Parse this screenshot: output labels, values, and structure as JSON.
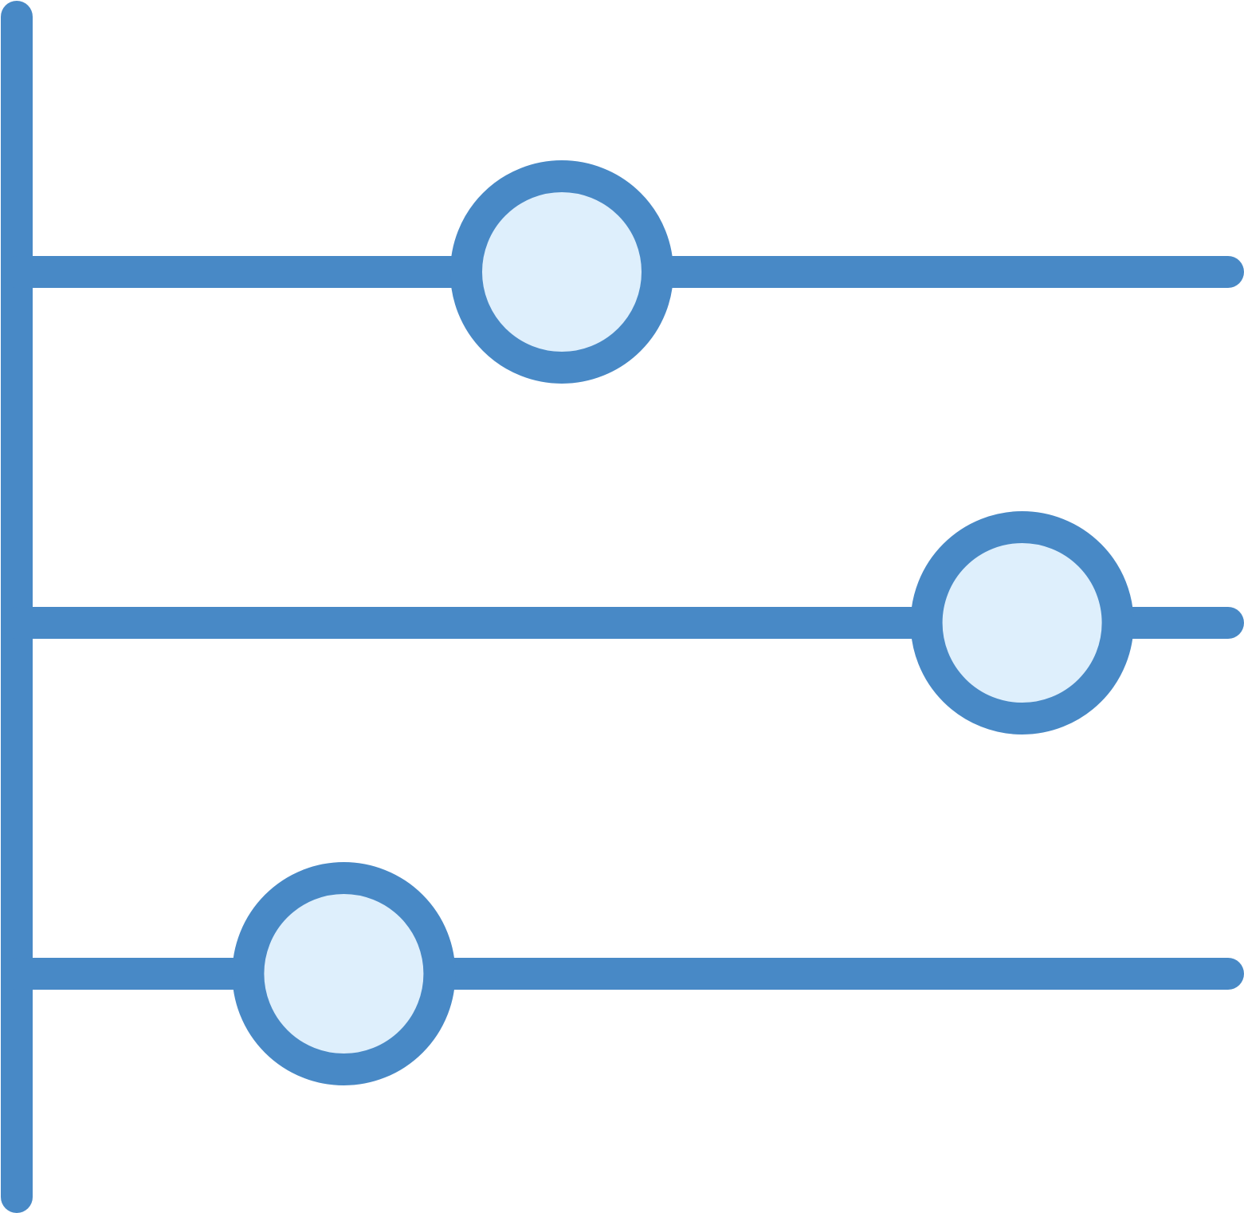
{
  "icon": {
    "name": "slider-settings-icon",
    "colors": {
      "stroke": "#4889C6",
      "knob_fill": "#DEEFFC",
      "background": "#FFFFFF"
    },
    "sliders": [
      {
        "name": "slider-track-top",
        "value": 0.45
      },
      {
        "name": "slider-track-middle",
        "value": 0.83
      },
      {
        "name": "slider-track-bottom",
        "value": 0.27
      }
    ]
  }
}
